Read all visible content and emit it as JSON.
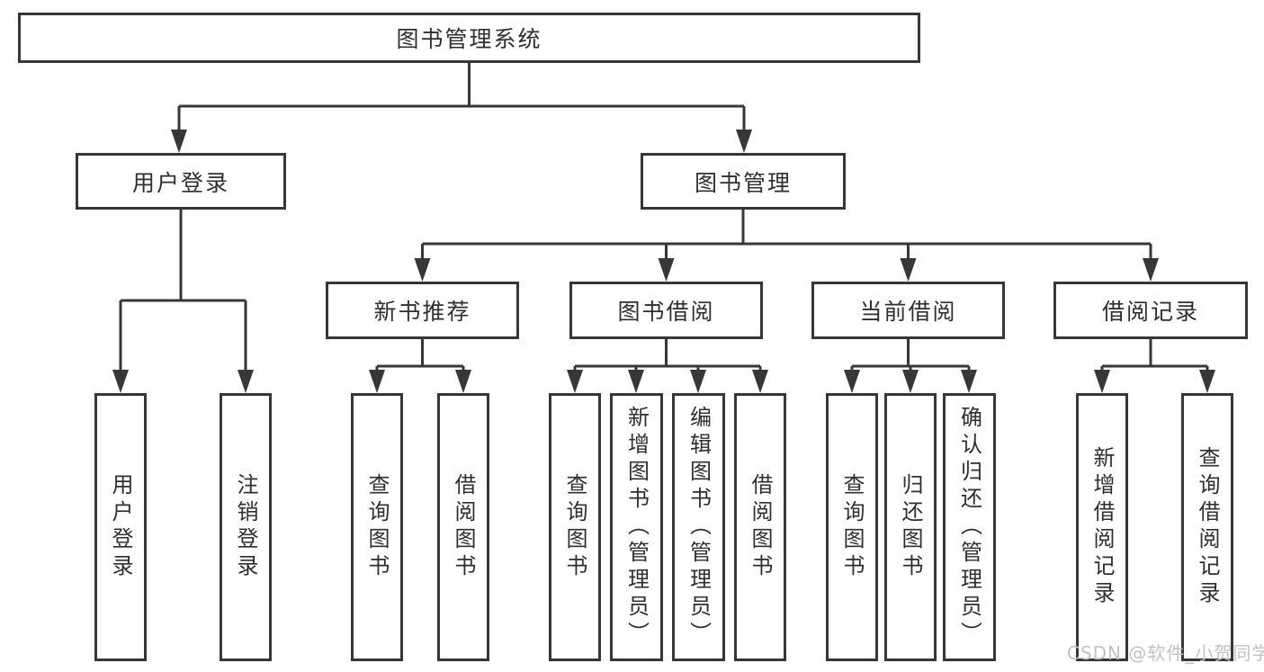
{
  "diagram_title": "图书管理系统",
  "nodes": {
    "root": {
      "label": "图书管理系统"
    },
    "level1": [
      {
        "label": "用户登录"
      },
      {
        "label": "图书管理"
      }
    ],
    "level2": [
      {
        "label": "新书推荐",
        "parent": "图书管理"
      },
      {
        "label": "图书借阅",
        "parent": "图书管理"
      },
      {
        "label": "当前借阅",
        "parent": "图书管理"
      },
      {
        "label": "借阅记录",
        "parent": "图书管理"
      }
    ],
    "leaves": [
      {
        "label": "用户登录",
        "parent": "用户登录"
      },
      {
        "label": "注销登录",
        "parent": "用户登录"
      },
      {
        "label": "查询图书",
        "parent": "新书推荐"
      },
      {
        "label": "借阅图书",
        "parent": "新书推荐"
      },
      {
        "label": "查询图书",
        "parent": "图书借阅"
      },
      {
        "label": "新增图书（管理员）",
        "parent": "图书借阅"
      },
      {
        "label": "编辑图书（管理员）",
        "parent": "图书借阅"
      },
      {
        "label": "借阅图书",
        "parent": "图书借阅"
      },
      {
        "label": "查询图书",
        "parent": "当前借阅"
      },
      {
        "label": "归还图书",
        "parent": "当前借阅"
      },
      {
        "label": "确认归还（管理员）",
        "parent": "当前借阅"
      },
      {
        "label": "新增借阅记录",
        "parent": "借阅记录"
      },
      {
        "label": "查询借阅记录",
        "parent": "借阅记录"
      }
    ]
  },
  "watermark": {
    "text": "CSDN @软件_小贺同学"
  },
  "colors": {
    "line": "#373737",
    "text": "#2f2f2f",
    "background": "#ffffff",
    "watermark": "#c2c2c2"
  }
}
